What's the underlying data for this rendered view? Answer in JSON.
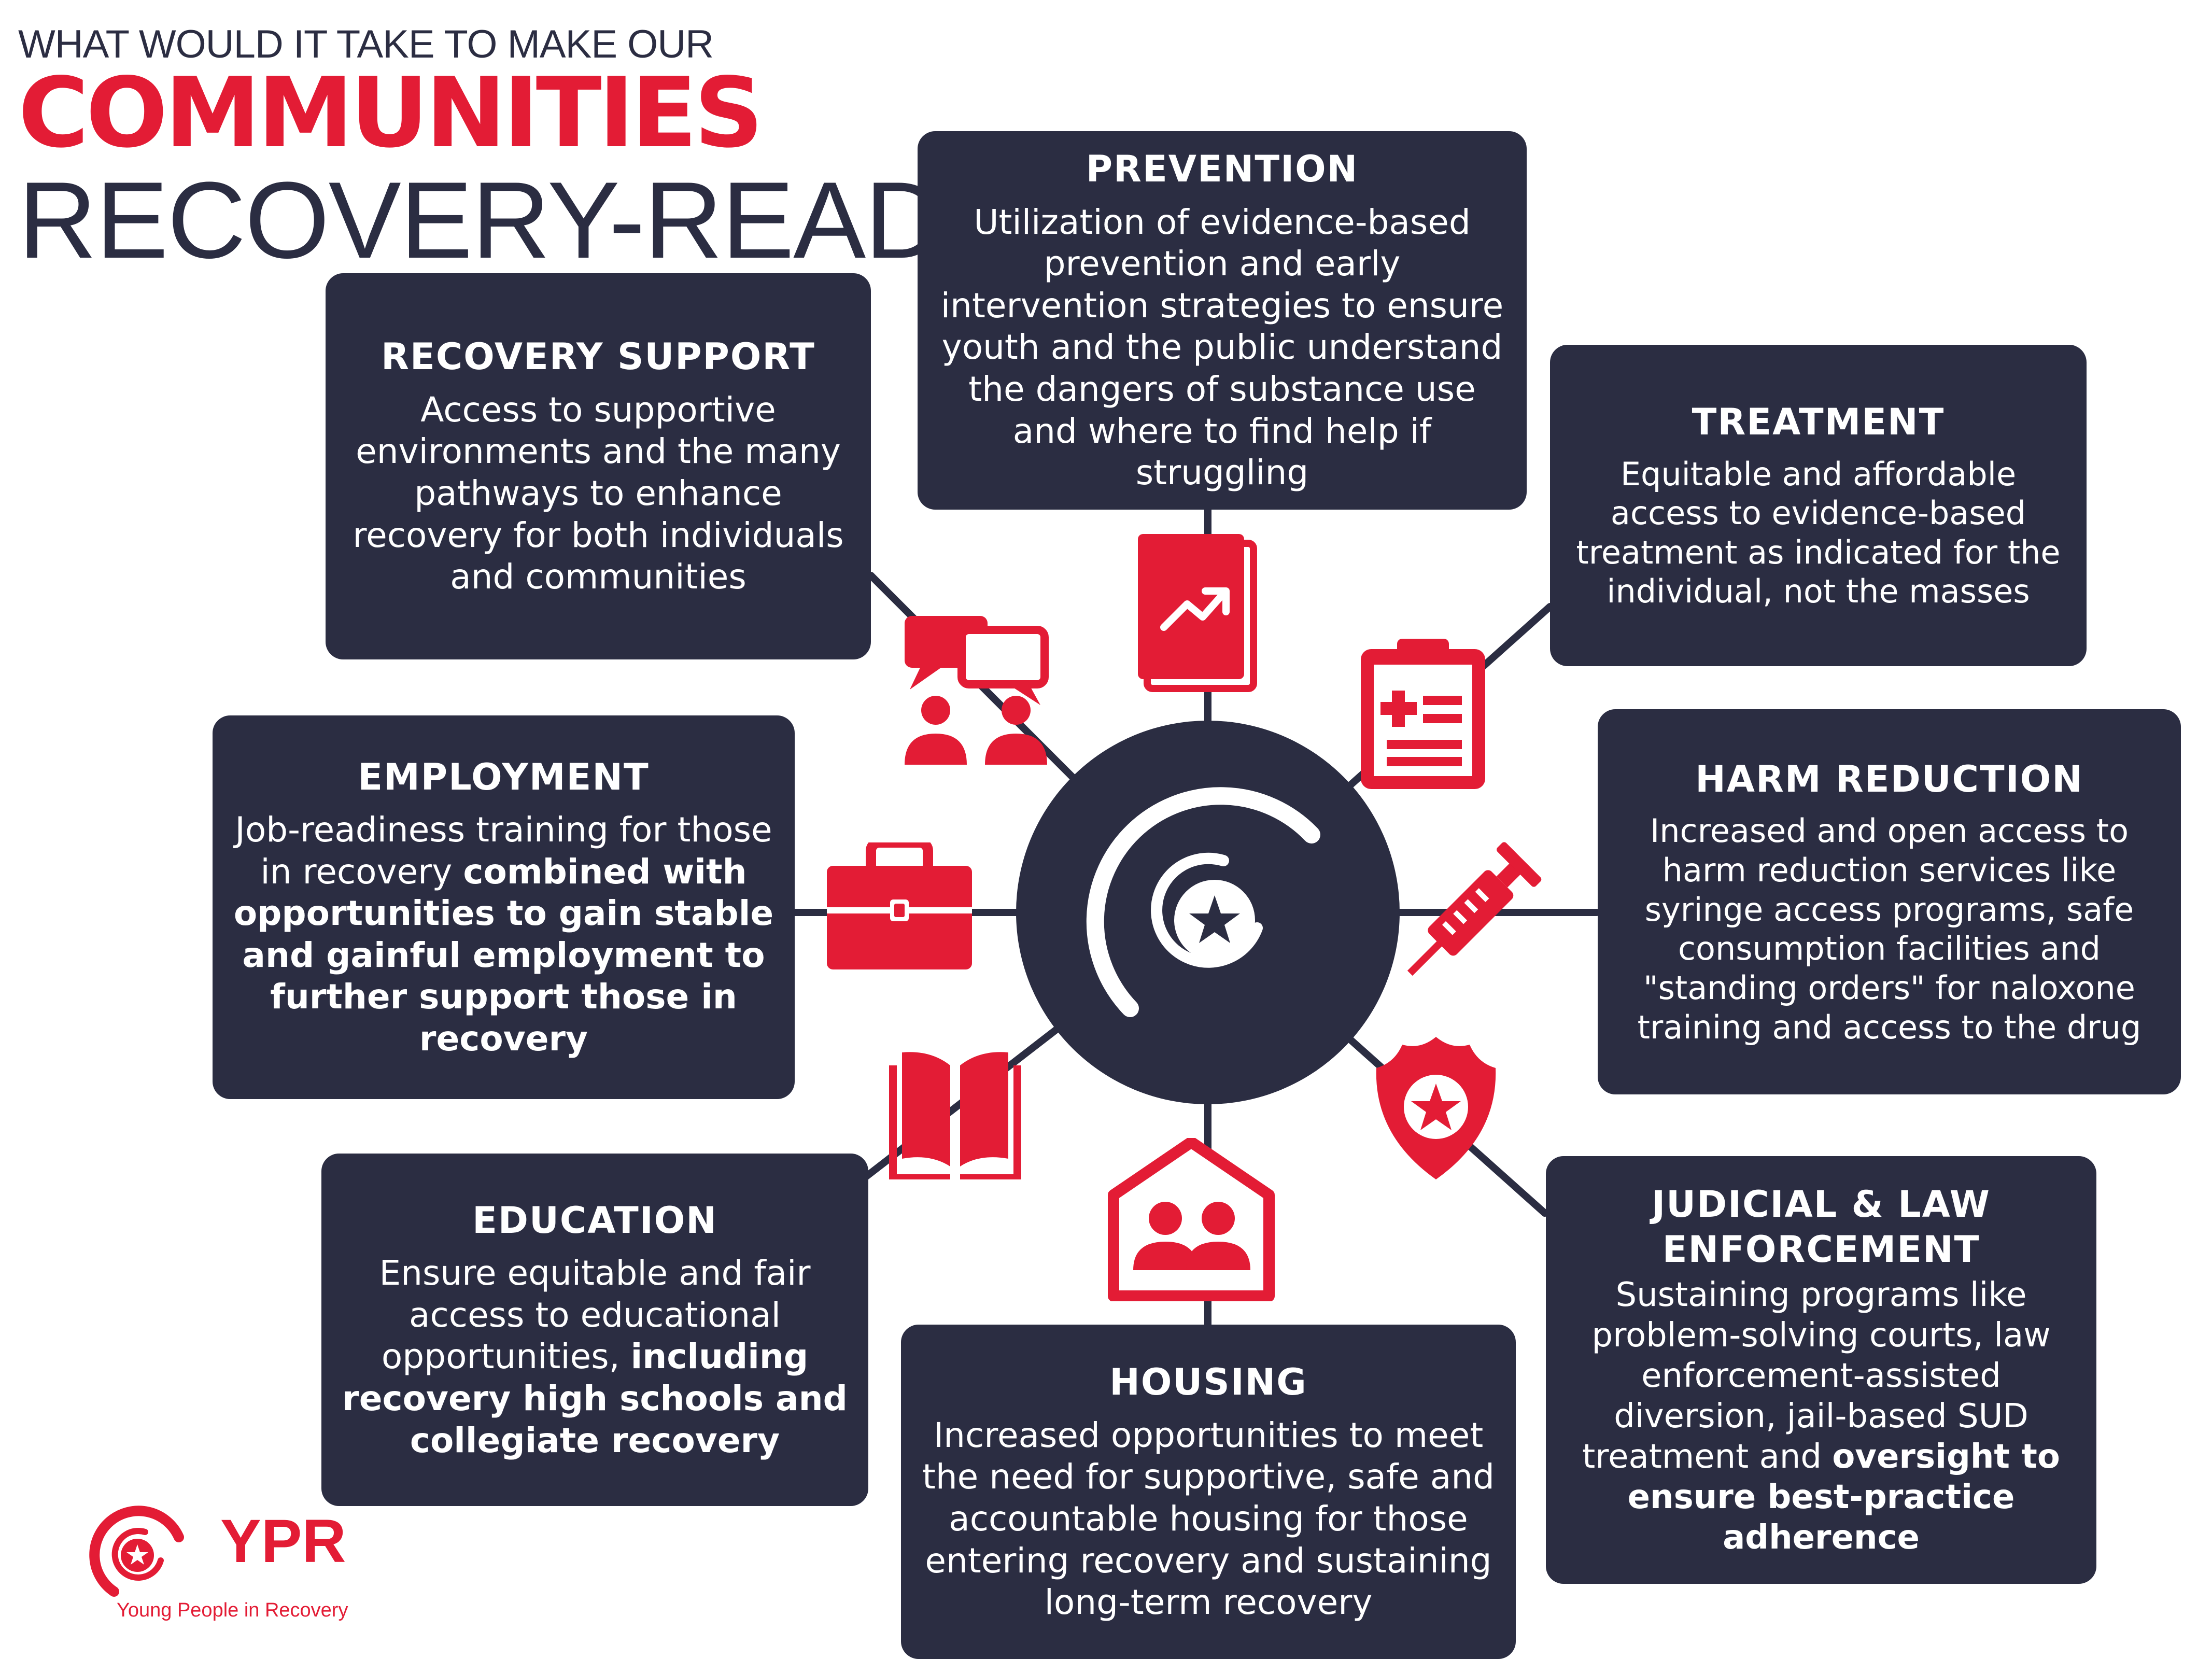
{
  "header": {
    "line1": "WHAT WOULD IT TAKE TO MAKE OUR",
    "line2": "COMMUNITIES",
    "line3": "RECOVERY-READY"
  },
  "colors": {
    "navy": "#2b2d42",
    "red": "#e31c35",
    "white": "#ffffff"
  },
  "cards": {
    "prevention": {
      "title": "PREVENTION",
      "body": "Utilization of evidence-based prevention and early intervention strategies to ensure youth and the public understand the dangers of substance use and where to find help if struggling",
      "icon": "growth-book-icon"
    },
    "recovery_support": {
      "title": "RECOVERY SUPPORT",
      "body": "Access to supportive environments and the many pathways to enhance recovery for both individuals and communities",
      "icon": "conversation-people-icon"
    },
    "treatment": {
      "title": "TREATMENT",
      "body": "Equitable and affordable access to evidence-based treatment as indicated for the individual, not the masses",
      "icon": "medical-clipboard-icon"
    },
    "employment": {
      "title": "EMPLOYMENT",
      "body_plain": "Job-readiness training for those in recovery ",
      "body_bold": "combined with opportunities to gain stable and gainful employment to further support those in recovery",
      "icon": "briefcase-icon"
    },
    "harm_reduction": {
      "title": "HARM REDUCTION",
      "body": "Increased and open access to harm reduction services like syringe access programs, safe consumption facilities and \"standing orders\" for naloxone training and access to the drug",
      "icon": "syringe-icon"
    },
    "education": {
      "title": "EDUCATION",
      "body_plain": "Ensure equitable and fair access to educational opportunities, ",
      "body_bold": "including recovery high schools and collegiate recovery",
      "icon": "open-book-icon"
    },
    "housing": {
      "title": "HOUSING",
      "body": "Increased opportunities to meet the need for supportive, safe and accountable housing for those entering recovery and sustaining long-term recovery",
      "icon": "house-people-icon"
    },
    "judicial": {
      "title": "JUDICIAL & LAW ENFORCEMENT",
      "body_plain": "Sustaining programs like problem-solving courts, law enforcement-assisted diversion, jail-based SUD treatment and ",
      "body_bold": "oversight to ensure best-practice adherence",
      "icon": "badge-shield-icon"
    }
  },
  "center": {
    "icon": "ypr-star-swirl-icon"
  },
  "logo": {
    "name": "YPR",
    "tagline": "Young People in Recovery",
    "icon": "ypr-logo-icon"
  }
}
